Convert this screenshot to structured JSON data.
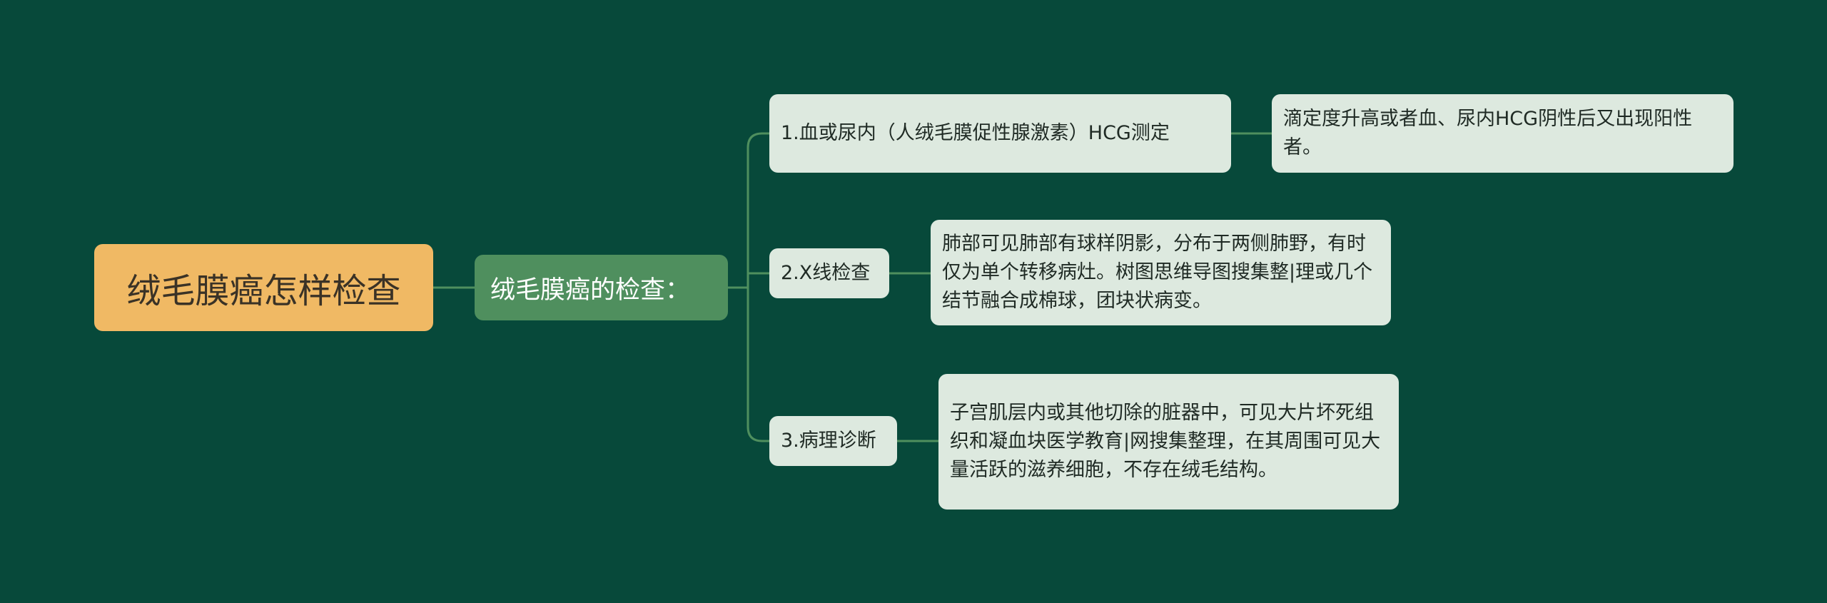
{
  "mindmap": {
    "root": {
      "label": "绒毛膜癌怎样检查"
    },
    "branch": {
      "label": "绒毛膜癌的检查："
    },
    "items": [
      {
        "label": "1.血或尿内（人绒毛膜促性腺激素）HCG测定",
        "detail": "滴定度升高或者血、尿内HCG阴性后又出现阳性者。"
      },
      {
        "label": "2.X线检查",
        "detail": "肺部可见肺部有球样阴影，分布于两侧肺野，有时仅为单个转移病灶。树图思维导图搜集整|理或几个结节融合成棉球，团块状病变。"
      },
      {
        "label": "3.病理诊断",
        "detail": "子宫肌层内或其他切除的脏器中，可见大片坏死组织和凝血块医学教育|网搜集整理，在其周围可见大量活跃的滋养细胞，不存在绒毛结构。"
      }
    ]
  },
  "colors": {
    "background": "#07493a",
    "root_fill": "#f0b964",
    "branch_fill": "#4f8f5e",
    "leaf_fill": "#dde9df",
    "connector": "#4f8f5e"
  }
}
